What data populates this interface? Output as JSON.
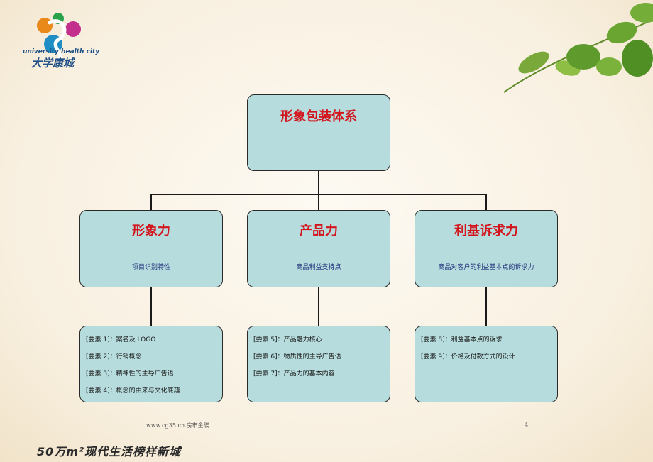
{
  "logo": {
    "english": "university health city",
    "chinese": "大学康城"
  },
  "diagram": {
    "root": {
      "title": "形象包装体系"
    },
    "branches": [
      {
        "title": "形象力",
        "subtitle": "项目识别特性",
        "items": [
          "[要素 1]：案名及 LOGO",
          "[要素 2]：行销概念",
          "[要素 3]：精神性的主导广告语",
          "[要素 4]：概念的由来与文化底蕴"
        ]
      },
      {
        "title": "产品力",
        "subtitle": "商品利益支持点",
        "items": [
          "[要素 5]：产品魅力核心",
          "[要素 6]：物质性的主导广告语",
          "[要素 7]：产品力的基本内容"
        ]
      },
      {
        "title": "利基诉求力",
        "subtitle": "商品对客户的利益基本点的诉求力",
        "items": [
          "[要素 8]：利益基本点的诉求",
          "[要素 9]：价格及付款方式的设计"
        ]
      }
    ]
  },
  "footer": {
    "url": "www.cg35.cn 房市金碟",
    "page": "4",
    "slogan": "50万m²现代生活榜样新城"
  },
  "colors": {
    "box_fill": "#b6dcdd",
    "title_red": "#d4141c",
    "subtitle_blue": "#1f2f7a"
  }
}
